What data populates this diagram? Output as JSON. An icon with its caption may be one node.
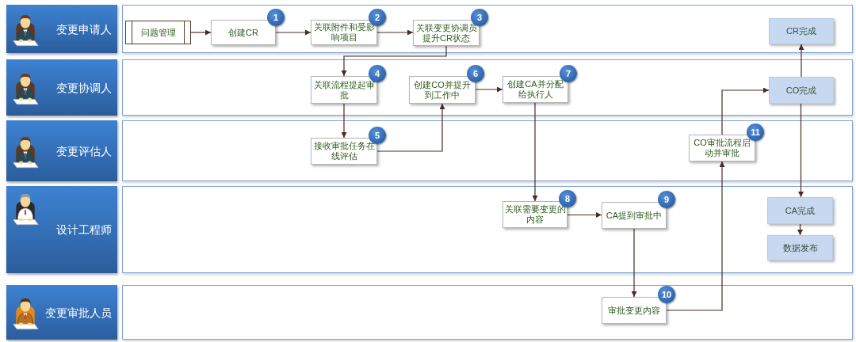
{
  "diagram": {
    "nodes": [
      {
        "text": [
          "变更申请人"
        ]
      },
      {
        "text": [
          "问题管理"
        ],
        "in": 0
      },
      {
        "text": [
          "创建CR"
        ],
        "in": 0,
        "beside": [
          "1"
        ]
      },
      {
        "text": [
          "关联附件和受影响项目"
        ],
        "in": 0,
        "beside": [
          "2"
        ]
      },
      {
        "text": [
          "关联变更协调员提升CR状态"
        ],
        "in": 0,
        "beside": [
          "3"
        ]
      },
      {
        "text": [
          "CR完成"
        ],
        "in": 0
      },
      {
        "text": [
          "变更协调人"
        ]
      },
      {
        "text": [
          "关联流程提起审批"
        ],
        "in": 6,
        "beside": [
          "4"
        ]
      },
      {
        "text": [
          "创建CO并提升到工作中"
        ],
        "in": 6,
        "beside": [
          "6"
        ]
      },
      {
        "text": [
          "创建CA并分配给执行人"
        ],
        "in": 6,
        "beside": [
          "7"
        ]
      },
      {
        "text": [
          "CO完成"
        ],
        "in": 6
      },
      {
        "text": [
          "变更评估人"
        ]
      },
      {
        "text": [
          "接收审批任务在线评估"
        ],
        "in": 11,
        "beside": [
          "5"
        ]
      },
      {
        "text": [
          "CO审批流程启动并审批"
        ],
        "in": 11,
        "beside": [
          "11"
        ]
      },
      {
        "text": [
          "设计工程师"
        ]
      },
      {
        "text": [
          "关联需要变更的内容"
        ],
        "in": 14,
        "beside": [
          "8"
        ]
      },
      {
        "text": [
          "CA提到审批中"
        ],
        "in": 14,
        "beside": [
          "9"
        ]
      },
      {
        "text": [
          "CA完成"
        ],
        "in": 14
      },
      {
        "text": [
          "数据发布"
        ],
        "in": 14
      },
      {
        "text": [
          "变更审批人员"
        ]
      },
      {
        "text": [
          "审批变更内容"
        ],
        "in": 19,
        "beside": [
          "10"
        ]
      }
    ],
    "edges": [
      {
        "from": 1,
        "to": 2,
        "arrow": "to"
      },
      {
        "from": 2,
        "to": 3,
        "arrow": "to"
      },
      {
        "from": 3,
        "to": 4,
        "arrow": "to"
      },
      {
        "from": 4,
        "to": 7,
        "arrow": "to"
      },
      {
        "from": 7,
        "to": 12,
        "arrow": "to"
      },
      {
        "from": 12,
        "to": 8,
        "arrow": "to"
      },
      {
        "from": 8,
        "to": 9,
        "arrow": "to"
      },
      {
        "from": 9,
        "to": 15,
        "arrow": "to"
      },
      {
        "from": 15,
        "to": 16,
        "arrow": "to"
      },
      {
        "from": 16,
        "to": 20,
        "arrow": "to"
      },
      {
        "from": 20,
        "to": 13,
        "arrow": "to"
      },
      {
        "from": 13,
        "to": 10,
        "arrow": "to"
      },
      {
        "from": 10,
        "to": 5,
        "arrow": "to"
      },
      {
        "from": 10,
        "to": 17,
        "arrow": "to"
      },
      {
        "from": 17,
        "to": 18,
        "arrow": "to"
      }
    ]
  }
}
